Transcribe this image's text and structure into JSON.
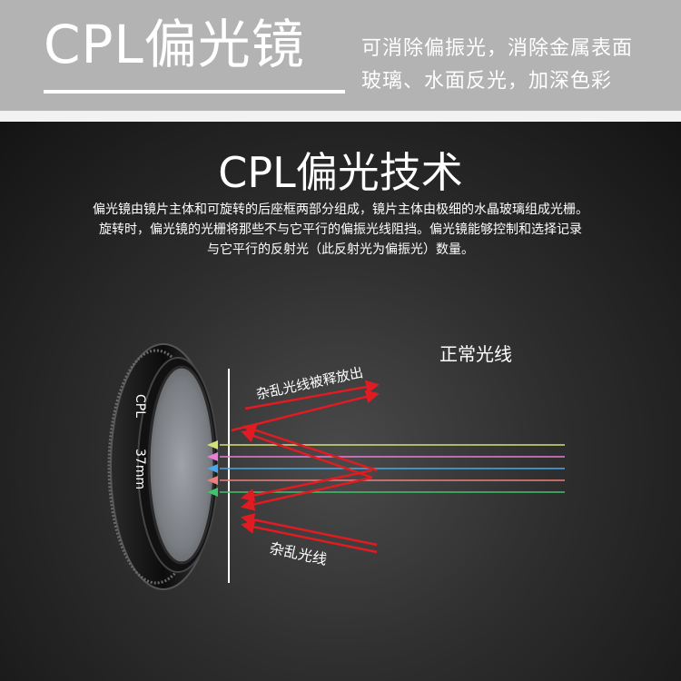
{
  "header": {
    "title": "CPL偏光镜",
    "desc_line1": "可消除偏振光，消除金属表面",
    "desc_line2": "玻璃、水面反光，加深色彩"
  },
  "section": {
    "title": "CPL偏光技术",
    "para_line1": "偏光镜由镜片主体和可旋转的后座框两部分组成，镜片主体由极细的水晶玻璃组成光栅。",
    "para_line2": "旋转时，偏光镜的光栅将那些不与它平行的偏振光线阻挡。偏光镜能够控制和选择记录",
    "para_line3": "与它平行的反射光（此反射光为偏振光）数量。"
  },
  "lens": {
    "brand": "CPL",
    "size": "37mm"
  },
  "diagram": {
    "label_released": "杂乱光线被释放出",
    "label_normal": "正常光线",
    "label_scatter": "杂乱光线",
    "ray_colors": [
      "#d6e07a",
      "#e77fd8",
      "#4aa8e8",
      "#ef7f7f",
      "#3ec46b"
    ],
    "scatter_color": "#e11b22"
  }
}
